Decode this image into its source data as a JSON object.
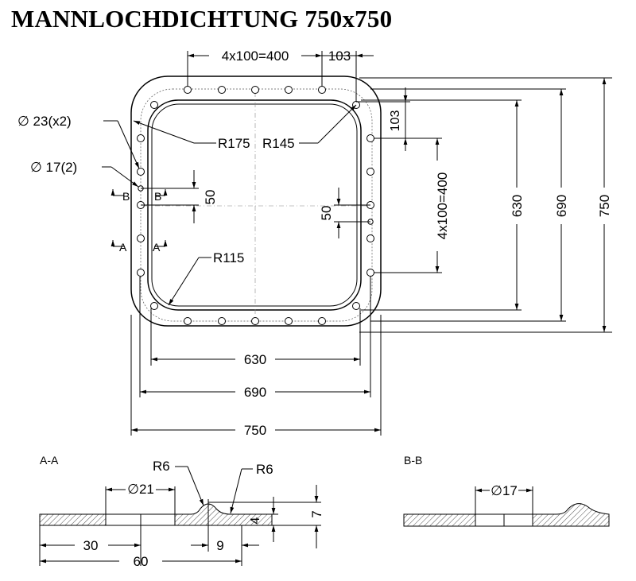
{
  "title": "MANNLOCHDICHTUNG 750x750",
  "top_view": {
    "dim_hole_pitch_top": "4x100=400",
    "dim_edge_top": "103",
    "dim_edge_right": "103",
    "dim_hole_pitch_right": "4x100=400",
    "dim_inner_h": "630",
    "dim_holes_h": "690",
    "dim_outer_h": "750",
    "dim_inner_w": "630",
    "dim_holes_w": "690",
    "dim_outer_w": "750",
    "dim_left_50": "50",
    "dim_right_50": "50",
    "hole_23": "∅ 23(x2)",
    "hole_17": "∅ 17(2)",
    "r175": "R175",
    "r145": "R145",
    "r115": "R115",
    "section_b_left": "B",
    "section_b_right": "B",
    "section_a_left": "A",
    "section_a_right": "A"
  },
  "section_aa": {
    "label": "A-A",
    "r6_left": "R6",
    "r6_right": "R6",
    "dia21": "∅21",
    "dim_30": "30",
    "dim_60": "60",
    "dim_9": "9",
    "dim_4": "4",
    "dim_7": "7"
  },
  "section_bb": {
    "label": "B-B",
    "dia17": "∅17"
  }
}
